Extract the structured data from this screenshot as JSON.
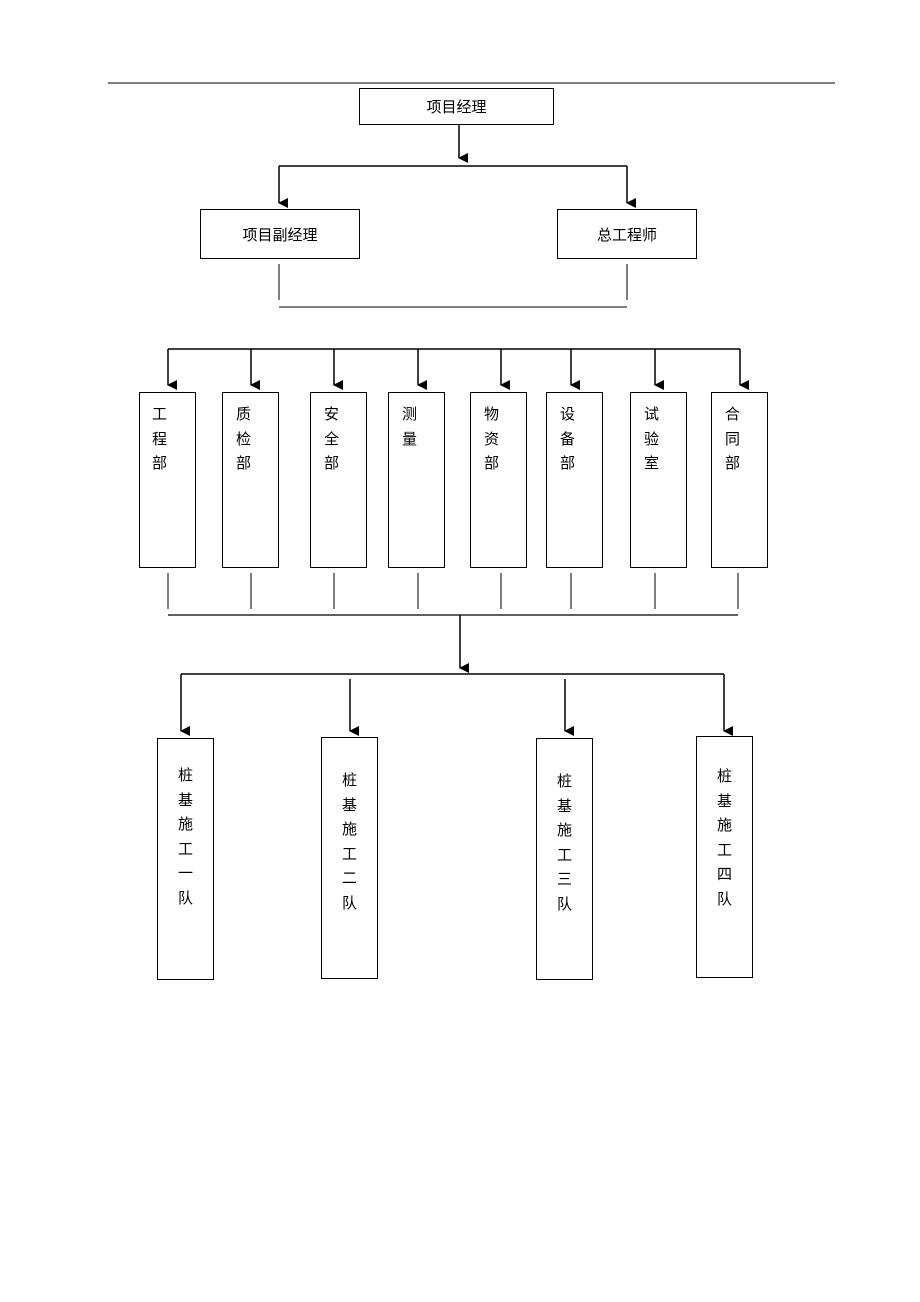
{
  "top": {
    "label": "项目经理"
  },
  "deputies": [
    {
      "label": "项目副经理"
    },
    {
      "label": "总工程师"
    }
  ],
  "departments": [
    {
      "label": "工程部"
    },
    {
      "label": "质检部"
    },
    {
      "label": "安全部"
    },
    {
      "label": "测量"
    },
    {
      "label": "物资部"
    },
    {
      "label": "设备部"
    },
    {
      "label": "试验室"
    },
    {
      "label": "合同部"
    }
  ],
  "teams": [
    {
      "label": "桩基施工一队"
    },
    {
      "label": "桩基施工二队"
    },
    {
      "label": "桩基施工三队"
    },
    {
      "label": "桩基施工四队"
    }
  ]
}
